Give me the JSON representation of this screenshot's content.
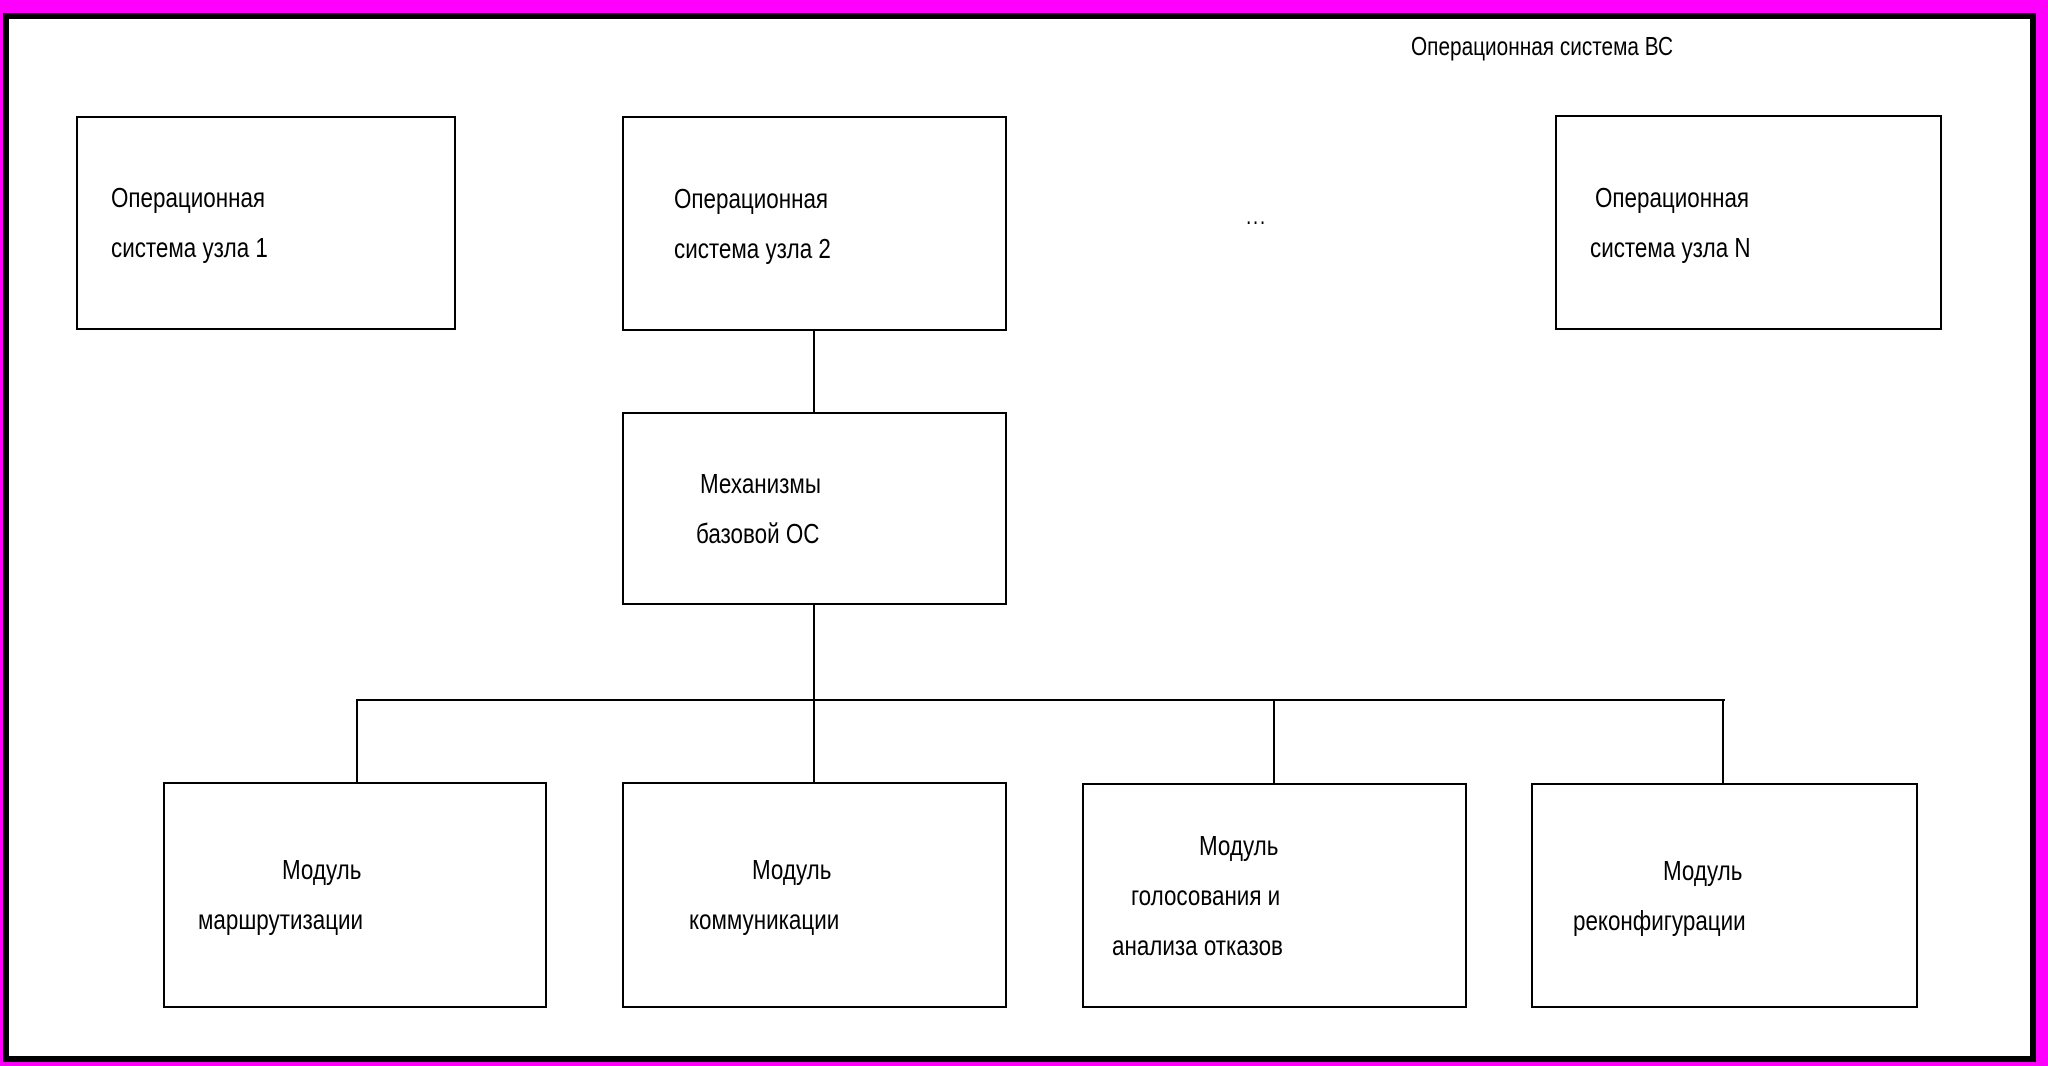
{
  "diagram_title": "Операционная система ВС",
  "ellipsis": "...",
  "colors": {
    "frame_outer": "#ff00ff",
    "frame_inner": "#000000",
    "slide_background": "#ffffff",
    "box_border": "#000000",
    "text": "#000000"
  },
  "nodes": {
    "os_node_1": {
      "lines": [
        "Операционная",
        "система узла 1"
      ]
    },
    "os_node_2": {
      "lines": [
        "Операционная",
        "система узла 2"
      ]
    },
    "os_node_n": {
      "lines": [
        "Операционная",
        "система узла N"
      ]
    },
    "base_os_mechanisms": {
      "lines": [
        "Механизмы",
        "базовой ОС"
      ]
    },
    "routing_module": {
      "lines": [
        "Модуль",
        "маршрутизации"
      ]
    },
    "communication_module": {
      "lines": [
        "Модуль",
        "коммуникации"
      ]
    },
    "voting_module": {
      "lines": [
        "Модуль",
        "голосования и",
        "анализа отказов"
      ]
    },
    "reconfiguration_module": {
      "lines": [
        "Модуль",
        "реконфигурации"
      ]
    }
  }
}
